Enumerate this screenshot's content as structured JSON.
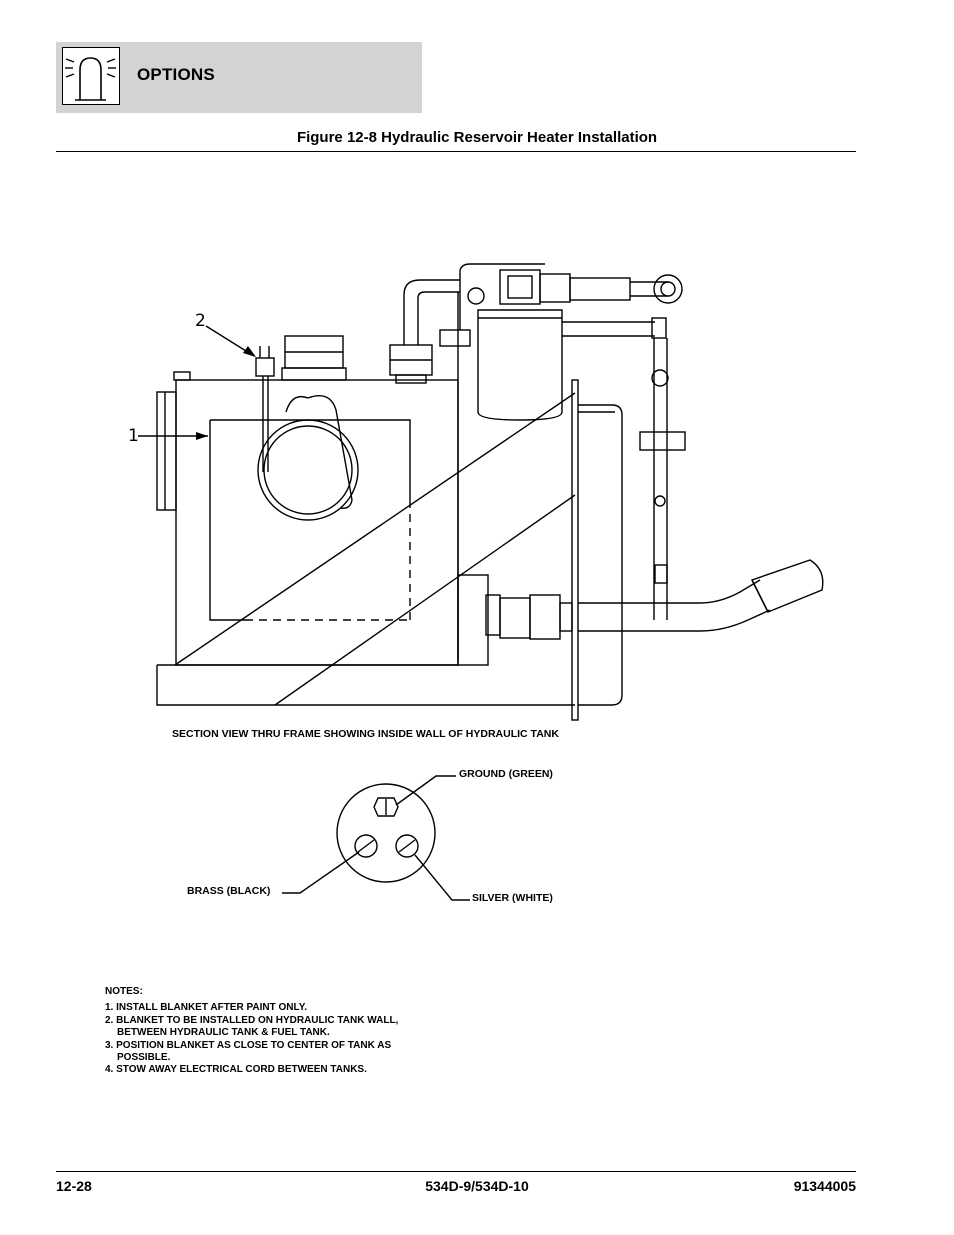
{
  "header": {
    "section_title": "OPTIONS",
    "icon": "warning-light-icon"
  },
  "figure": {
    "title": "Figure 12-8 Hydraulic Reservoir Heater Installation",
    "callouts": [
      "1",
      "2"
    ],
    "section_caption": "SECTION VIEW THRU FRAME SHOWING INSIDE WALL OF HYDRAULIC TANK"
  },
  "plug": {
    "ground_label": "GROUND (GREEN)",
    "brass_label": "BRASS (BLACK)",
    "silver_label": "SILVER (WHITE)"
  },
  "notes": {
    "title": "NOTES:",
    "items": [
      "1. INSTALL BLANKET AFTER PAINT ONLY.",
      "2. BLANKET TO BE INSTALLED ON HYDRAULIC TANK WALL, BETWEEN HYDRAULIC TANK & FUEL TANK.",
      "3. POSITION BLANKET AS CLOSE TO CENTER OF TANK AS POSSIBLE.",
      "4. STOW AWAY ELECTRICAL CORD BETWEEN TANKS."
    ]
  },
  "footer": {
    "page_number": "12-28",
    "model": "534D-9/534D-10",
    "doc_number": "91344005"
  }
}
